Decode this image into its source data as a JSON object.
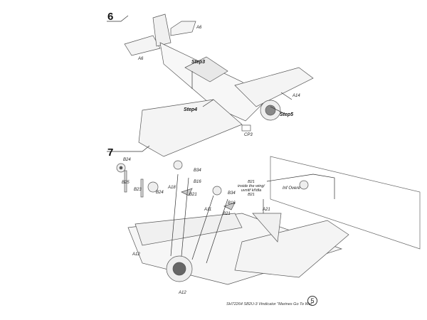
{
  "step6": {
    "number": "6",
    "labels": {
      "a6_top": "A6",
      "a6_left": "A6",
      "a14": "A14",
      "cp3": "CP3"
    },
    "steps": {
      "step3": "Step3",
      "step4": "Step4",
      "step5": "Step5"
    }
  },
  "step7": {
    "number": "7",
    "labels": {
      "b24_a": "B24",
      "b25": "B25",
      "b23": "B23",
      "b24_b": "B24",
      "a18": "A18",
      "b34_a": "B34",
      "b16_a": "B16",
      "b21_a": "B21",
      "a11": "A11",
      "b34_b": "B34",
      "b16_b": "B16",
      "b21_b": "B21",
      "a21": "A21",
      "a12_a": "A12",
      "a12_b": "A12",
      "inset": "Inf Overe"
    },
    "note": {
      "line1": "B21",
      "line2": "inside the wing/",
      "line3": "uvnitř křídla",
      "line4": "B21"
    }
  },
  "footer": {
    "text": "SH72264 SB2U-3 Vindicator \"Marines Go To War\"",
    "page": "5"
  }
}
